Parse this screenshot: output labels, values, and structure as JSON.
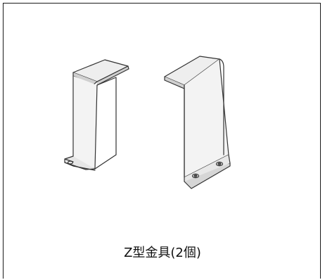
{
  "figure": {
    "caption": "Z型金具(2個)",
    "parts": [
      {
        "name": "z-bracket-left",
        "label": ""
      },
      {
        "name": "z-bracket-right",
        "label": ""
      }
    ]
  },
  "colors": {
    "line": "#333333",
    "shade": "#d9d9d9",
    "border": "#1a1a1a",
    "background": "#ffffff"
  }
}
